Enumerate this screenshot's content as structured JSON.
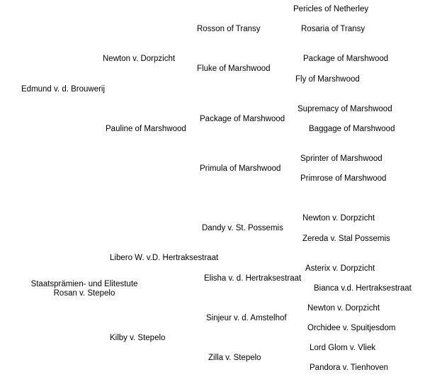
{
  "pedigree": {
    "subject": {
      "line1": "Staatsprämien- und Elitestute",
      "line2": "Rosan v. Stepelo"
    },
    "g1": [
      {
        "id": "sire",
        "name": "Edmund v. d. Brouwerij"
      },
      {
        "id": "dam",
        "name": "Libero W. v.D. Hertraksestraat"
      }
    ],
    "g2": [
      {
        "id": "ss",
        "name": "Newton v. Dorpzicht"
      },
      {
        "id": "sd",
        "name": "Pauline of Marshwood"
      },
      {
        "id": "ds",
        "name": "Kilby v. Stepelo"
      }
    ],
    "g3": [
      {
        "id": "sss",
        "name": "Rosson of Transy"
      },
      {
        "id": "ssd",
        "name": "Fluke of Marshwood"
      },
      {
        "id": "sds",
        "name": "Package of Marshwood"
      },
      {
        "id": "sdd",
        "name": "Primula of Marshwood"
      },
      {
        "id": "dss",
        "name": "Dandy v. St. Possemis"
      },
      {
        "id": "dsd",
        "name": "Elisha v. d. Hertraksestraat"
      },
      {
        "id": "dds",
        "name": "Sinjeur v. d. Amstelhof"
      },
      {
        "id": "ddd",
        "name": "Zilla v. Stepelo"
      }
    ],
    "g4": [
      {
        "id": "ssss",
        "name": "Pericles of Netherley"
      },
      {
        "id": "sssd",
        "name": "Rosaria of Transy"
      },
      {
        "id": "ssds",
        "name": "Package of Marshwood"
      },
      {
        "id": "ssdd",
        "name": "Fly of Marshwood"
      },
      {
        "id": "sdss",
        "name": "Supremacy of Marshwood"
      },
      {
        "id": "sdsd",
        "name": "Baggage of Marshwood"
      },
      {
        "id": "sdds",
        "name": "Sprinter of Marshwood"
      },
      {
        "id": "sddd",
        "name": "Primrose of Marshwood"
      },
      {
        "id": "dsss",
        "name": "Newton v. Dorpzicht"
      },
      {
        "id": "dssd",
        "name": "Zereda v. Stal Possemis"
      },
      {
        "id": "dsds",
        "name": "Asterix v. Dorpzicht"
      },
      {
        "id": "dsdd",
        "name": "Bianca v.d. Hertraksestraat"
      },
      {
        "id": "ddss",
        "name": "Newton v. Dorpzicht"
      },
      {
        "id": "ddsd",
        "name": "Orchidee v. Spuitjesdom"
      },
      {
        "id": "ddds",
        "name": "Lord Glom v. Vliek"
      },
      {
        "id": "dddd",
        "name": "Pandora v. Tienhoven"
      }
    ]
  }
}
